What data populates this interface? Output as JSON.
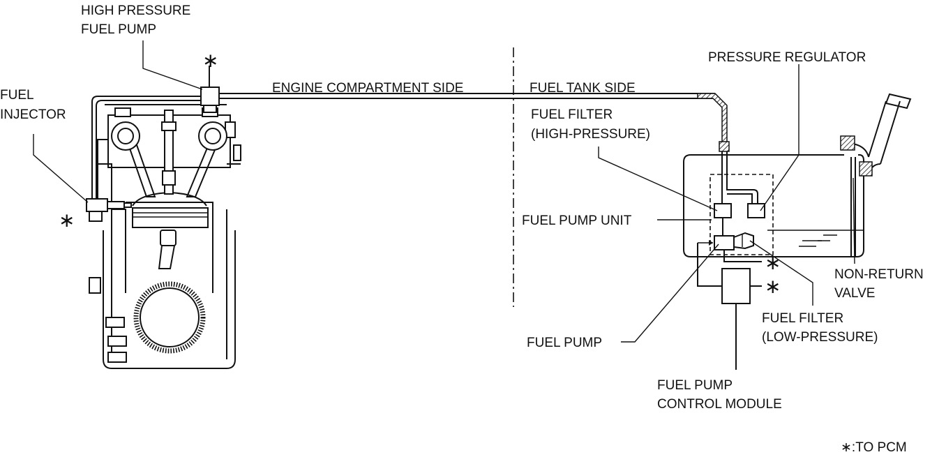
{
  "labels": {
    "high_pressure_fuel_pump": [
      "HIGH PRESSURE",
      "FUEL PUMP"
    ],
    "fuel_injector": [
      "FUEL",
      "INJECTOR"
    ],
    "engine_compartment_side": "ENGINE COMPARTMENT SIDE",
    "fuel_tank_side": "FUEL TANK SIDE",
    "pressure_regulator": "PRESSURE REGULATOR",
    "fuel_filter_high": [
      "FUEL FILTER",
      "(HIGH-PRESSURE)"
    ],
    "fuel_pump_unit": "FUEL PUMP UNIT",
    "non_return_valve": [
      "NON-RETURN",
      "VALVE"
    ],
    "fuel_filter_low": [
      "FUEL FILTER",
      "(LOW-PRESSURE)"
    ],
    "fuel_pump": "FUEL PUMP",
    "fuel_pump_control_module": [
      "FUEL PUMP",
      "CONTROL MODULE"
    ],
    "asterisk": "∗",
    "legend": "∗:TO PCM"
  }
}
